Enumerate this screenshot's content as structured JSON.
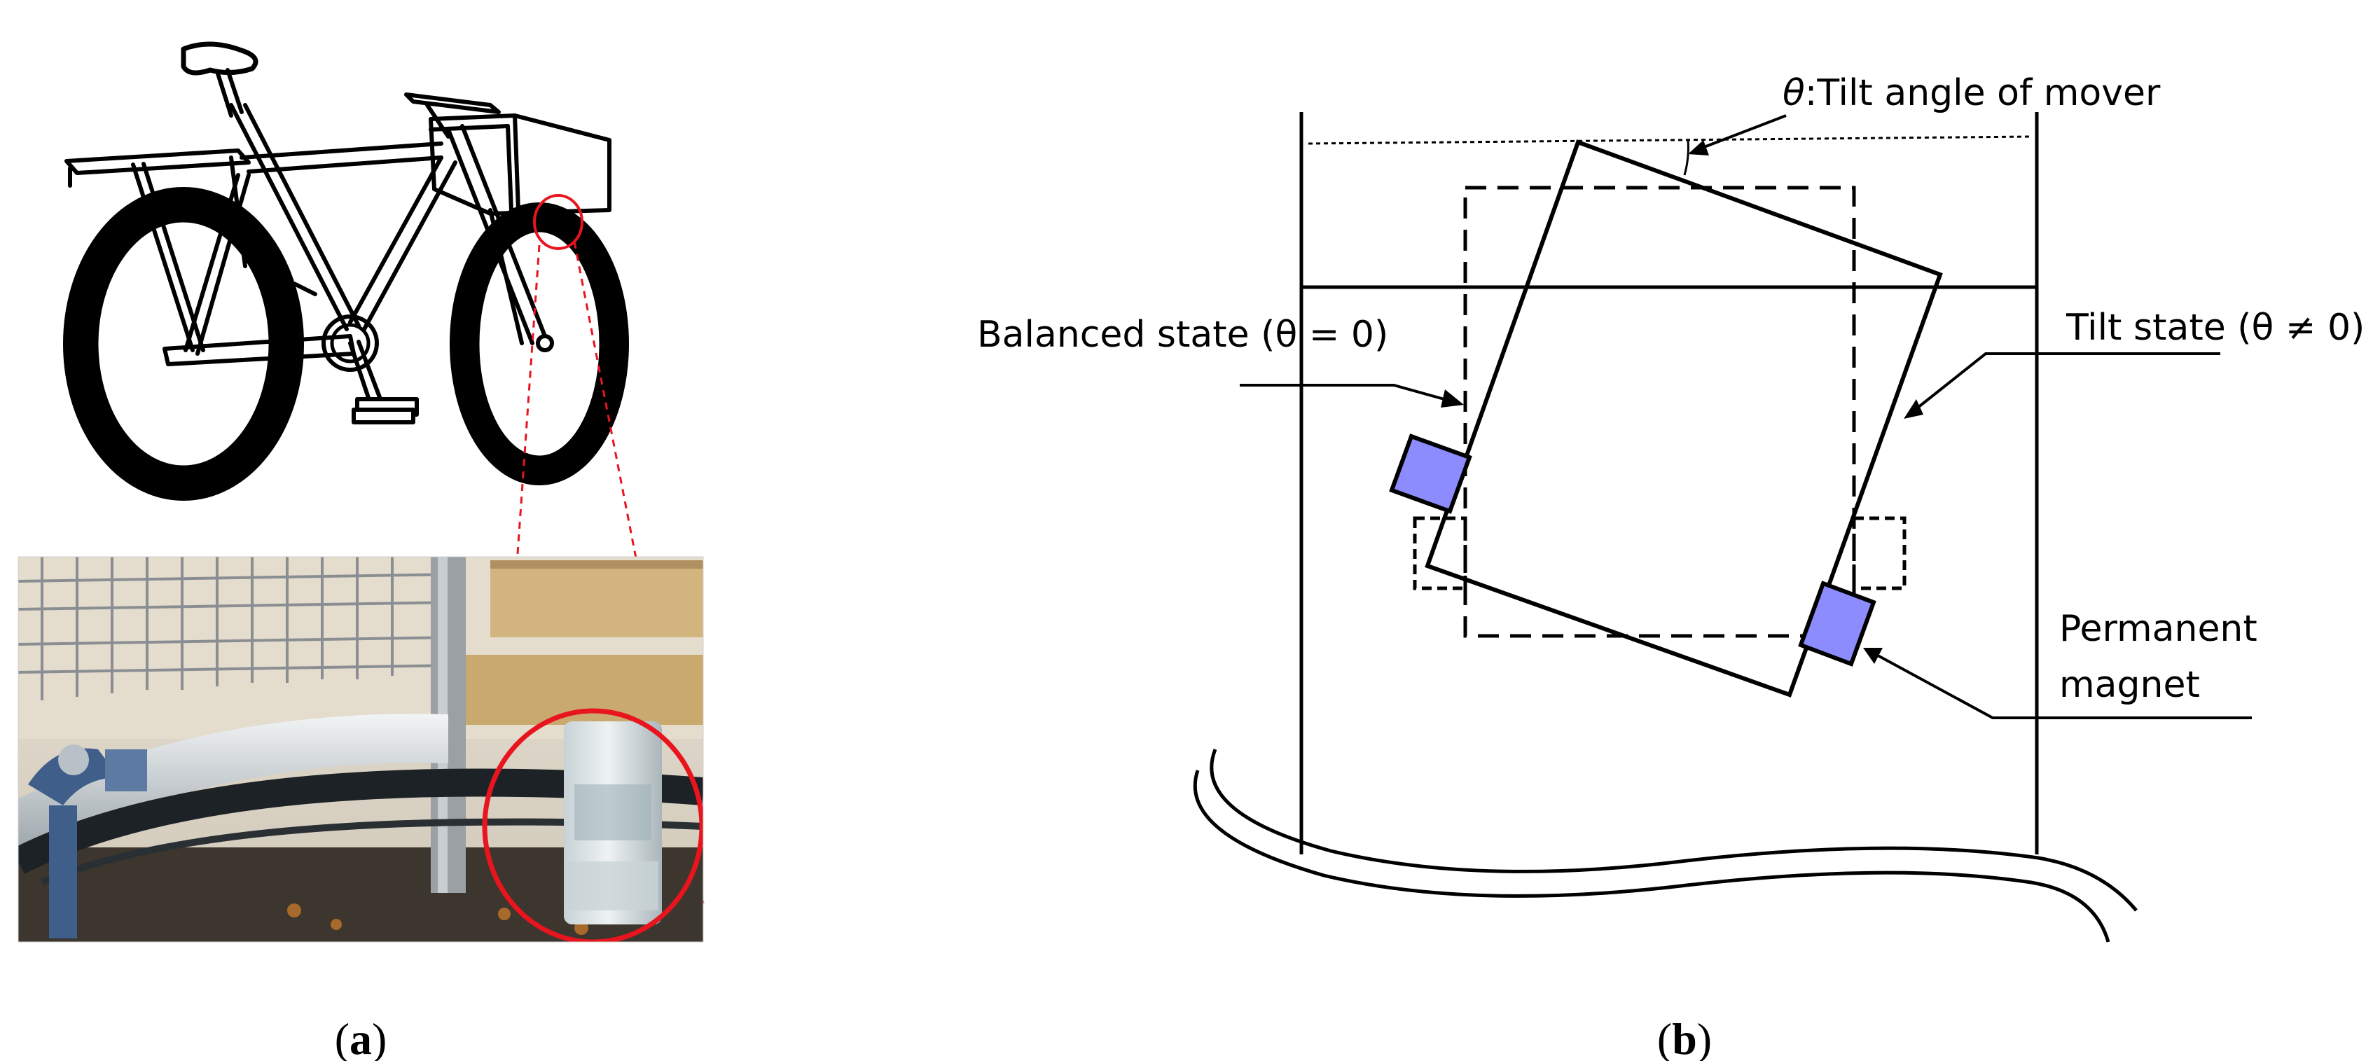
{
  "panel_a": {
    "caption_open": "(",
    "caption_letter": "a",
    "caption_close": ")"
  },
  "panel_b": {
    "caption_open": "(",
    "caption_letter": "b",
    "caption_close": ")",
    "theta_symbol": "θ",
    "tilt_angle_label": ":Tilt angle of mover",
    "balanced_state_label": "Balanced state (θ = 0)",
    "tilt_state_label": "Tilt state (θ ≠ 0)",
    "permanent_label": "Permanent",
    "magnet_label": "magnet"
  },
  "colors": {
    "magnet_fill": "#8c8cff",
    "highlight_red": "#e8141e",
    "tire_black": "#000000"
  }
}
